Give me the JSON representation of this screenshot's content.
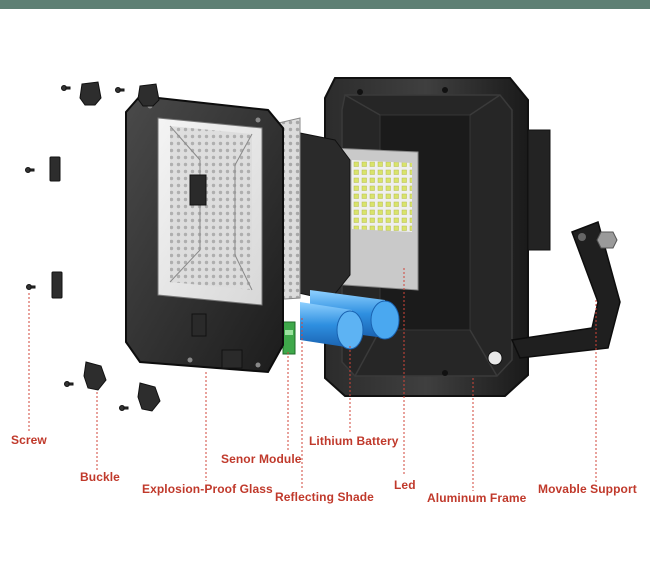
{
  "header_bar_color": "#5e7f74",
  "label_color": "#c0392b",
  "parts": [
    {
      "id": "screw",
      "label": "Screw"
    },
    {
      "id": "buckle",
      "label": "Buckle"
    },
    {
      "id": "explosion-proof-glass",
      "label": "Explosion-Proof Glass"
    },
    {
      "id": "sensor-module",
      "label": "Senor Module"
    },
    {
      "id": "reflecting-shade",
      "label": "Reflecting Shade"
    },
    {
      "id": "lithium-battery",
      "label": "Lithium Battery"
    },
    {
      "id": "led",
      "label": "Led"
    },
    {
      "id": "aluminum-frame",
      "label": "Aluminum Frame"
    },
    {
      "id": "movable-support",
      "label": "Movable Support"
    }
  ]
}
